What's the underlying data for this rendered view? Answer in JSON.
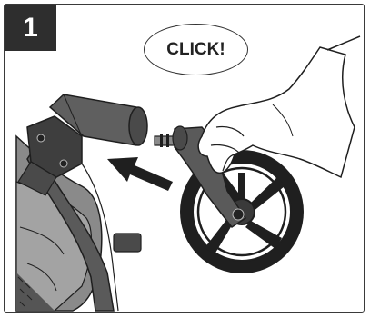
{
  "step": {
    "number": "1"
  },
  "callout": {
    "text": "CLICK!"
  },
  "illustration": {
    "subject": "stroller-rear-wheel-attachment",
    "direction": "insert-axle-toward-frame"
  },
  "colors": {
    "frame_border": "#3a3a3a",
    "step_badge_bg": "#2e2e2e",
    "ink": "#1f1f1f",
    "metal_dark": "#4a4a4a",
    "fabric_gray": "#8a8a8a"
  }
}
